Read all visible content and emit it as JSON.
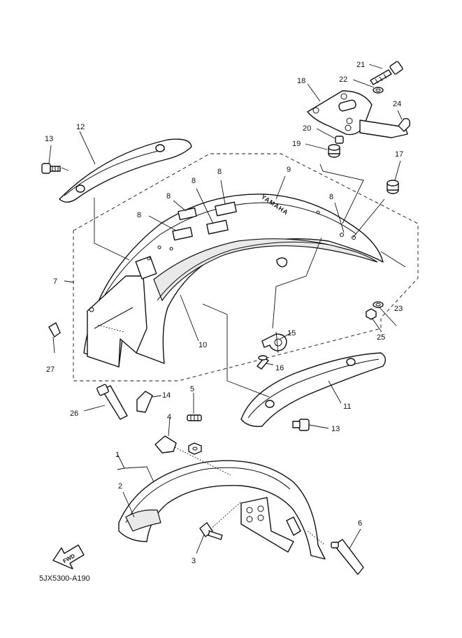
{
  "diagram_code": "5JX5300-A190",
  "brand_mark": "YAMAHA",
  "direction_mark": "FWD",
  "callouts": {
    "c1": "1",
    "c2": "2",
    "c3": "3",
    "c4": "4",
    "c5": "5",
    "c6": "6",
    "c7": "7",
    "c8a": "8",
    "c8b": "8",
    "c8c": "8",
    "c8d": "8",
    "c8e": "8",
    "c9": "9",
    "c10": "10",
    "c11": "11",
    "c12": "12",
    "c13a": "13",
    "c13b": "13",
    "c14": "14",
    "c15": "15",
    "c16": "16",
    "c17": "17",
    "c18": "18",
    "c19": "19",
    "c20": "20",
    "c21": "21",
    "c22": "22",
    "c23": "23",
    "c24": "24",
    "c25": "25",
    "c26": "26",
    "c27": "27"
  }
}
